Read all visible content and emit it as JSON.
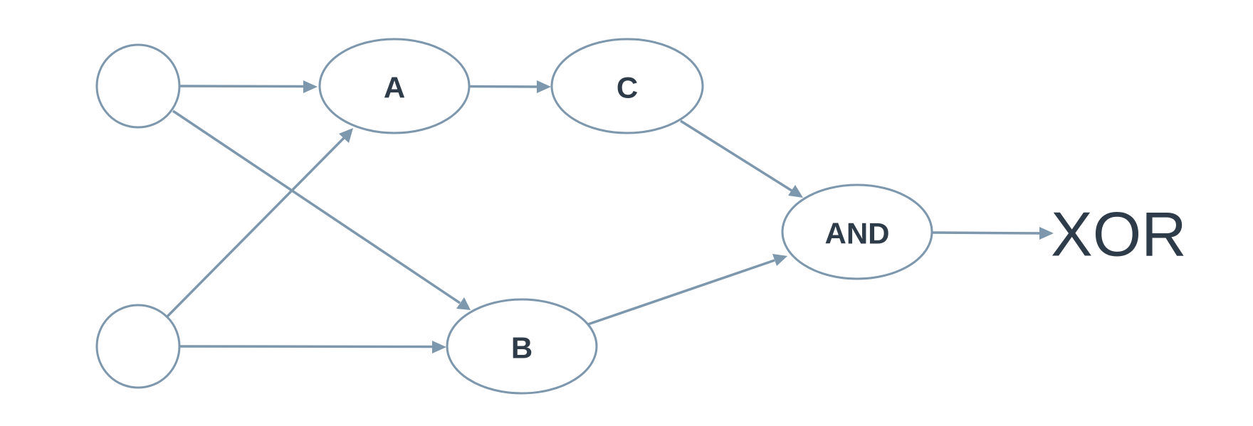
{
  "diagram": {
    "nodes": {
      "input_1": "",
      "input_2": "",
      "a": "A",
      "b": "B",
      "c": "C",
      "and": "AND"
    },
    "output_label": "XOR"
  },
  "colors": {
    "stroke": "#7d97ad",
    "text": "#2e3b49",
    "background": "#ffffff"
  }
}
